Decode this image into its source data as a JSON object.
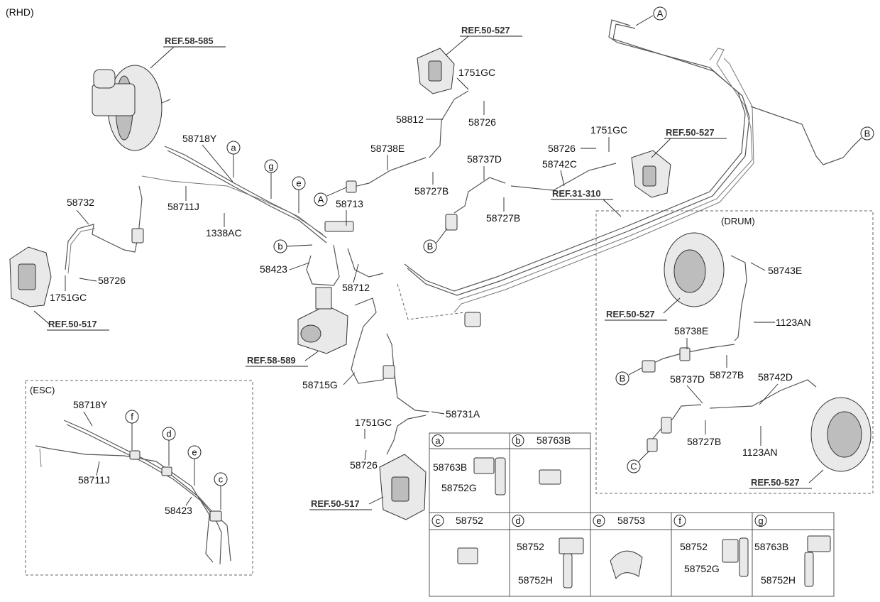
{
  "corner_tag": "(RHD)",
  "sections": {
    "esc": "(ESC)",
    "drum": "(DRUM)"
  },
  "refs": {
    "r58585": "REF.58-585",
    "r50527_top": "REF.50-527",
    "r50527_right": "REF.50-527",
    "r31310": "REF.31-310",
    "r50517_left": "REF.50-517",
    "r58589": "REF.58-589",
    "r50517_bottom": "REF.50-517",
    "r50527_drum1": "REF.50-527",
    "r50527_drum2": "REF.50-527"
  },
  "labels": {
    "p58718Y": "58718Y",
    "p58711J": "58711J",
    "p1338AC": "1338AC",
    "p58732": "58732",
    "p58726_l": "58726",
    "p1751GC_l": "1751GC",
    "p58423": "58423",
    "p58713": "58713",
    "p58712": "58712",
    "p58715G": "58715G",
    "p58731A": "58731A",
    "p1751GC_b": "1751GC",
    "p58726_b": "58726",
    "p58738E": "58738E",
    "p58727B_1": "58727B",
    "p58812": "58812",
    "p1751GC_t": "1751GC",
    "p58726_t": "58726",
    "p58737D": "58737D",
    "p58727B_2": "58727B",
    "p58726_r": "58726",
    "p1751GC_r": "1751GC",
    "p58742C": "58742C",
    "p58743E": "58743E",
    "p1123AN_1": "1123AN",
    "p58738E_d": "58738E",
    "p58727B_d1": "58727B",
    "p58737D_d": "58737D",
    "p58742D": "58742D",
    "p58727B_d2": "58727B",
    "p1123AN_2": "1123AN",
    "esc58718Y": "58718Y",
    "esc58711J": "58711J",
    "esc58423": "58423"
  },
  "callouts": {
    "A1": "A",
    "A2": "A",
    "B1": "B",
    "B2": "B",
    "B3": "B",
    "C1": "C",
    "a": "a",
    "b": "b",
    "e": "e",
    "g": "g",
    "esc_f": "f",
    "esc_d": "d",
    "esc_e": "e",
    "esc_c": "c"
  },
  "table": {
    "cells": [
      {
        "letter": "a",
        "title": "",
        "parts": [
          "58763B",
          "58752G"
        ]
      },
      {
        "letter": "b",
        "title": "58763B",
        "parts": []
      },
      {
        "letter": "c",
        "title": "58752",
        "parts": []
      },
      {
        "letter": "d",
        "title": "",
        "parts": [
          "58752",
          "58752H"
        ]
      },
      {
        "letter": "e",
        "title": "58753",
        "parts": []
      },
      {
        "letter": "f",
        "title": "",
        "parts": [
          "58752",
          "58752G"
        ]
      },
      {
        "letter": "g",
        "title": "",
        "parts": [
          "58763B",
          "58752H"
        ]
      }
    ]
  }
}
